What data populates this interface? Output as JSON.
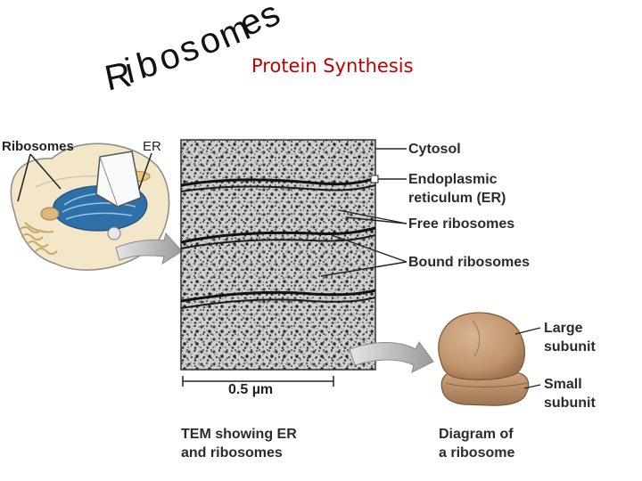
{
  "title": {
    "text": "Ribosomes"
  },
  "subtitle": "Protein Synthesis",
  "cell_panel": {
    "ribosomes_label": "Ribosomes",
    "er_label": "ER"
  },
  "tem_labels": {
    "cytosol": "Cytosol",
    "er_line1": "Endoplasmic",
    "er_line2": "reticulum (ER)",
    "free_ribosomes": "Free ribosomes",
    "bound_ribosomes": "Bound ribosomes"
  },
  "scale_bar": "0.5 µm",
  "captions": {
    "tem_line1": "TEM showing ER",
    "tem_line2": "and ribosomes",
    "diagram_line1": "Diagram of",
    "diagram_line2": "a ribosome"
  },
  "ribosome_labels": {
    "large_line1": "Large",
    "large_line2": "subunit",
    "small_line1": "Small",
    "small_line2": "subunit"
  },
  "colors": {
    "title": "#111111",
    "subtitle": "#c00000",
    "er_blue": "#2f6fa8",
    "ribosome_tan": "#c49a74"
  }
}
